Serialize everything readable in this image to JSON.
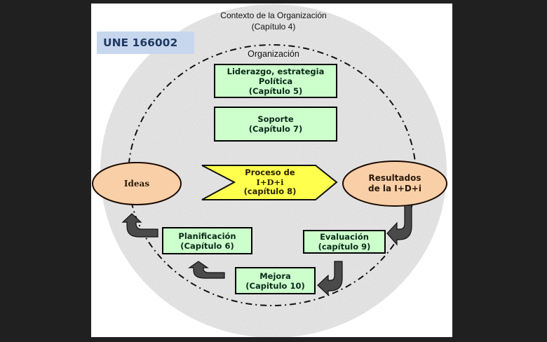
{
  "diagram": {
    "standard_label": "UNE 166002",
    "context": {
      "title": "Contexto de la Organización",
      "chapter": "(Capítulo 4)"
    },
    "organization_label": "Organización",
    "boxes": {
      "leadership": {
        "line1": "Liderazgo, estrategia",
        "line2": "Política",
        "line3": "(Capítulo 5)"
      },
      "support": {
        "line1": "Soporte",
        "line2": "(Capítulo 7)"
      },
      "planning": {
        "line1": "Planificación",
        "line2": "(Capítulo 6)"
      },
      "evaluation": {
        "line1": "Evaluación",
        "line2": "(capítulo 9)"
      },
      "improvement": {
        "line1": "Mejora",
        "line2": "(Capitulo 10)"
      }
    },
    "ideas": {
      "label": "Ideas"
    },
    "results": {
      "line1": "Resultados",
      "line2": "de la I+D+i"
    },
    "process": {
      "line1": "Proceso de",
      "line2": "I+D+i",
      "line3": "(capítulo 8)"
    },
    "colors": {
      "page_background": "#202020",
      "canvas": "#ffffff",
      "context_circle": "#e6e6e6",
      "label_badge": "#c7d7ee",
      "label_text": "#1f3a63",
      "green_box": "#ccffcc",
      "oval_fill": "#f9cfa8",
      "process_fill": "#ffff4d",
      "arrow_fill": "#4a4a4a"
    },
    "flow": [
      "Ideas",
      "Proceso de I+D+i",
      "Resultados de la I+D+i",
      "Evaluación",
      "Mejora",
      "Planificación",
      "Ideas"
    ]
  }
}
